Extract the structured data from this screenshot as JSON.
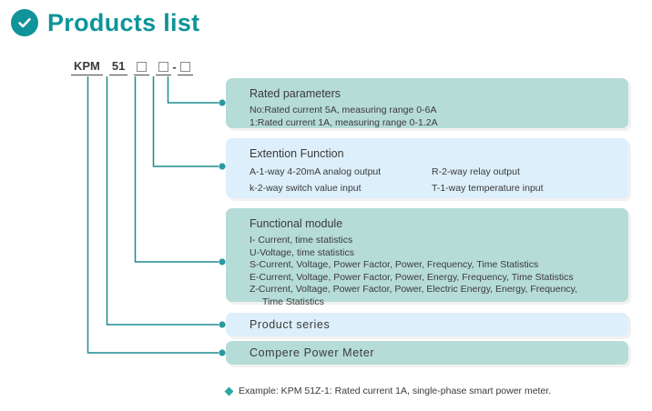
{
  "header": {
    "icon": "check-circle-icon",
    "title": "Products list",
    "accent_color": "#0d9499"
  },
  "model_code": {
    "segments": [
      "KPM",
      "51"
    ],
    "placeholders": [
      "square",
      "square",
      "square"
    ],
    "separator": "-"
  },
  "colors": {
    "box_teal": "#b6dcd8",
    "box_blue": "#ddeffb",
    "connector": "#1e8a8f",
    "text": "#3a3a3a"
  },
  "boxes": [
    {
      "id": "rated-parameters",
      "style": "teal",
      "title": "Rated parameters",
      "lines": [
        "No:Rated current 5A, measuring range 0-6A",
        "1:Rated current 1A, measuring range 0-1.2A"
      ]
    },
    {
      "id": "extention-function",
      "style": "blue",
      "title": "Extention Function",
      "rows": [
        {
          "left": "A-1-way 4-20mA analog output",
          "right": "R-2-way relay output"
        },
        {
          "left": "k-2-way switch value input",
          "right": "T-1-way temperature input"
        }
      ]
    },
    {
      "id": "functional-module",
      "style": "teal",
      "title": "Functional module",
      "lines": [
        "I- Current, time statistics",
        "U-Voltage, time statistics",
        "S-Current, Voltage, Power Factor, Power, Frequency, Time Statistics",
        "E-Current, Voltage, Power Factor, Power, Energy, Frequency, Time Statistics",
        "Z-Current, Voltage, Power Factor, Power, Electric Energy, Energy, Frequency,",
        "Time Statistics"
      ]
    },
    {
      "id": "product-series",
      "style": "blue",
      "title": "Product series"
    },
    {
      "id": "compere-power-meter",
      "style": "teal",
      "title": "Compere  Power  Meter"
    }
  ],
  "note": {
    "bullet": "diamond-bullet-icon",
    "text": "Example: KPM 51Z-1: Rated current 1A, single-phase smart power meter."
  }
}
